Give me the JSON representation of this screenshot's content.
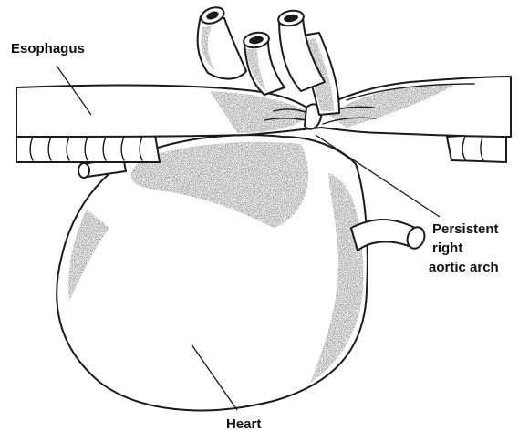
{
  "labels": {
    "esophagus": "Esophagus",
    "arch_line1": "Persistent",
    "arch_line2": "right",
    "arch_line3": "aortic arch",
    "heart": "Heart"
  },
  "colors": {
    "ink": "#1a1a1a",
    "background": "#ffffff",
    "shading": "#555555"
  }
}
